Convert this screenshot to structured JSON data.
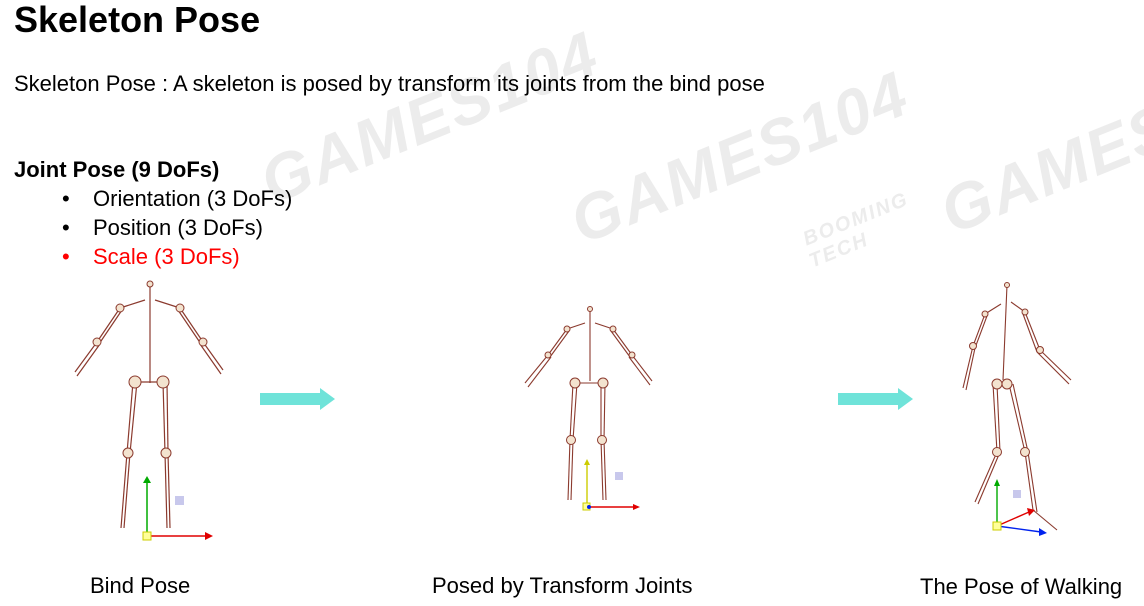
{
  "slide": {
    "title": "Skeleton Pose",
    "description": "Skeleton Pose : A skeleton is posed by transform its joints from the bind pose",
    "subheading": "Joint Pose (9 DoFs)",
    "bullets": [
      {
        "text": "Orientation (3 DoFs)",
        "color": "#000000"
      },
      {
        "text": "Position (3 DoFs)",
        "color": "#000000"
      },
      {
        "text": "Scale (3 DoFs)",
        "color": "#ff0000"
      }
    ],
    "bullet_glyph": "•"
  },
  "watermark": {
    "text": "GAMES104",
    "sub_text_line1": "BOOMING",
    "sub_text_line2": "TECH"
  },
  "figures": [
    {
      "caption": "Bind Pose",
      "icon": "skeleton-bind-pose-icon"
    },
    {
      "caption": "Posed by Transform Joints",
      "icon": "skeleton-transformed-pose-icon"
    },
    {
      "caption": "The Pose of Walking",
      "icon": "skeleton-walking-pose-icon"
    }
  ],
  "colors": {
    "bone": "#8b3a2e",
    "arrow": "#6fe3d9",
    "highlight": "#ff0000",
    "axis_x": "#e00000",
    "axis_y": "#00aa00",
    "axis_z": "#0022ee"
  }
}
